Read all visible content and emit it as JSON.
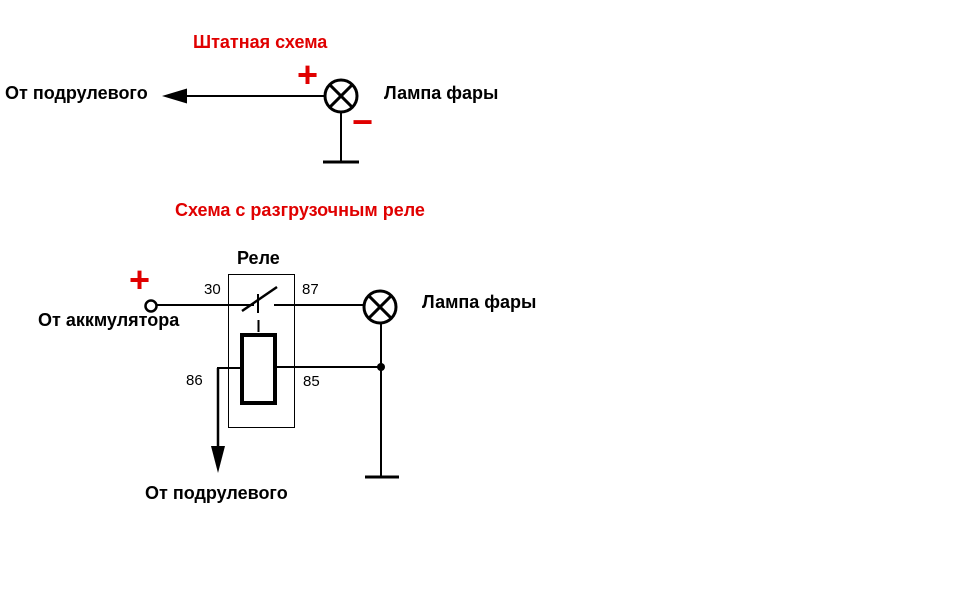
{
  "colors": {
    "accent_red": "#e00000",
    "wire": "#000000",
    "background": "#ffffff"
  },
  "standard_scheme": {
    "title": "Штатная схема",
    "source_label": "От подрулевого",
    "plus_sign": "+",
    "minus_sign": "−",
    "lamp_label": "Лампа фары"
  },
  "relay_scheme": {
    "title": "Схема с разгрузочным реле",
    "relay_label": "Реле",
    "plus_sign": "+",
    "battery_label": "От аккмулятора",
    "lamp_label": "Лампа фары",
    "source_label": "От подрулевого",
    "terminals": {
      "power_in": "30",
      "switched_out": "87",
      "coil_a": "86",
      "coil_b": "85"
    }
  }
}
